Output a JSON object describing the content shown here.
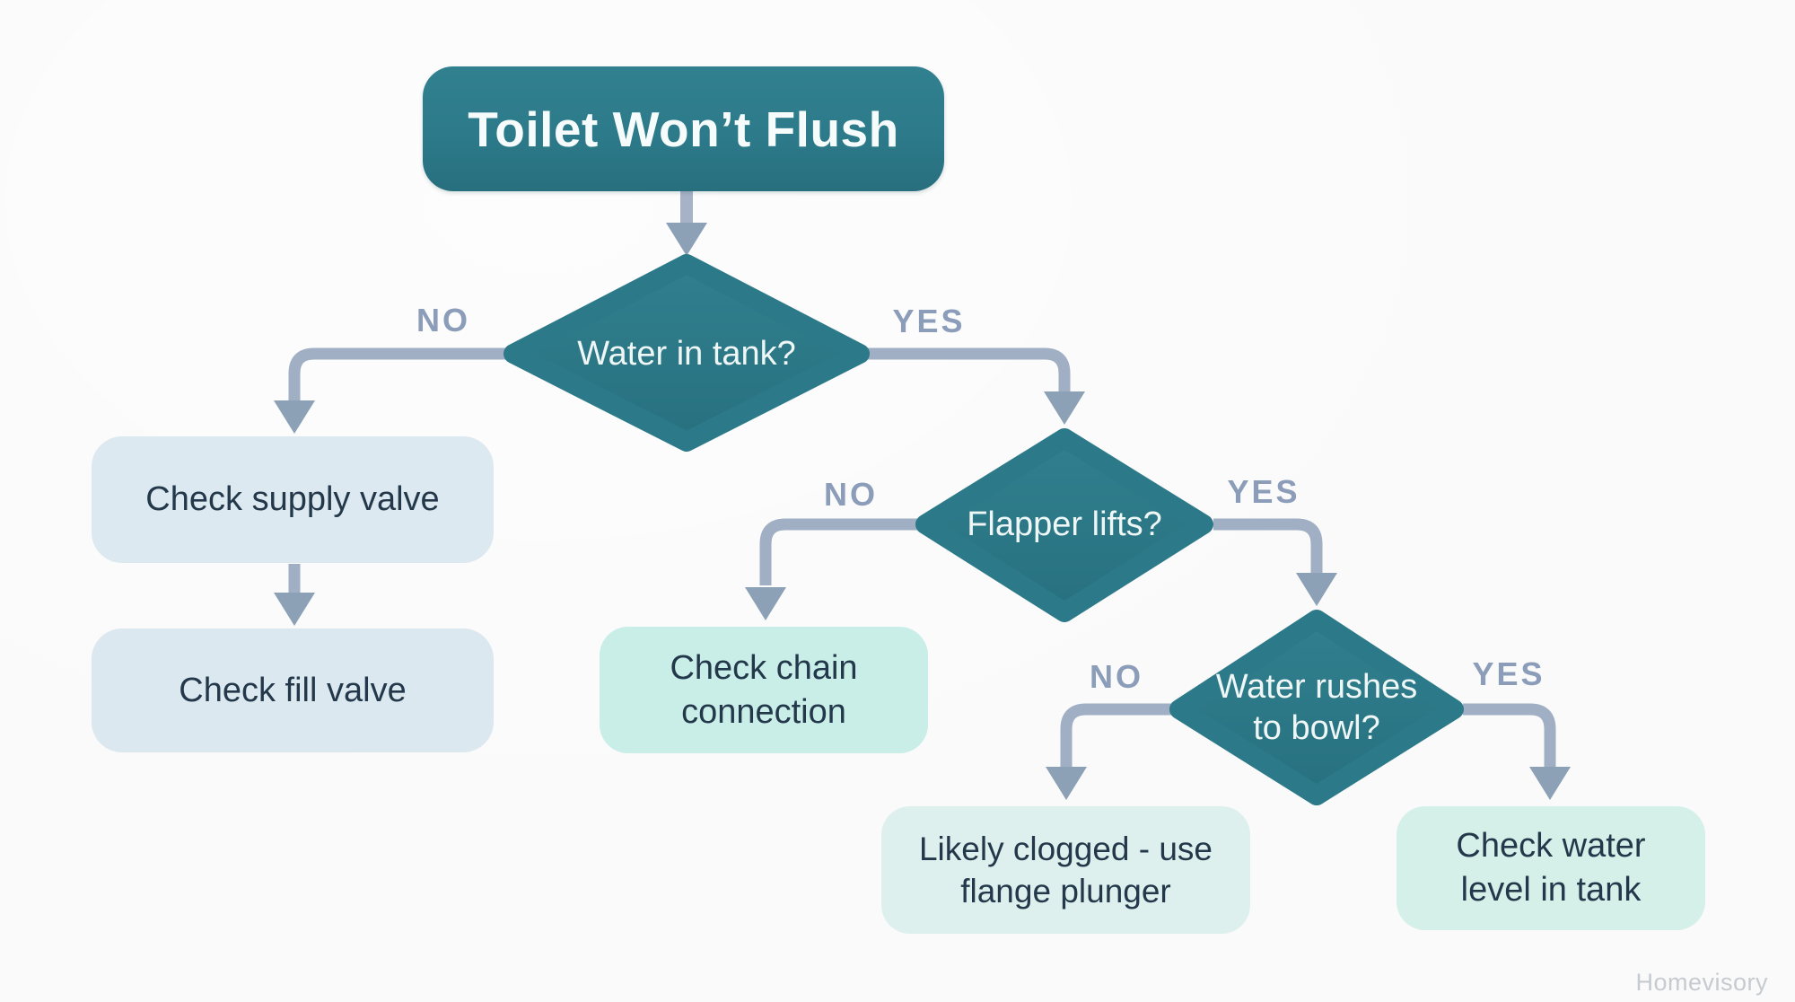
{
  "diagram": {
    "title": "Toilet Won’t Flush",
    "watermark": "Homevisory",
    "branch_labels": {
      "no": "NO",
      "yes": "YES"
    },
    "decisions": {
      "water_in_tank": "Water in tank?",
      "flapper_lifts": "Flapper lifts?",
      "water_rushes": "Water rushes\nto bowl?"
    },
    "actions": {
      "check_supply_valve": "Check supply valve",
      "check_fill_valve": "Check fill valve",
      "check_chain_connection": "Check chain\nconnection",
      "likely_clogged": "Likely clogged - use\nflange plunger",
      "check_water_level": "Check water\nlevel in tank"
    },
    "colors": {
      "node_teal": "#2c7a8a",
      "connector": "#a0afc4",
      "arrowhead": "#8ca0b6",
      "branch_label": "#8c9dba",
      "action_blue": "#dde9f0",
      "action_mint": "#c9eee8",
      "action_mint_light": "#def0ed",
      "action_mint_mid": "#d5efe9",
      "action_text": "#23384a",
      "decision_text": "#eff6f6",
      "background": "#f9faf9",
      "watermark_gray": "#c7cbd1"
    }
  }
}
